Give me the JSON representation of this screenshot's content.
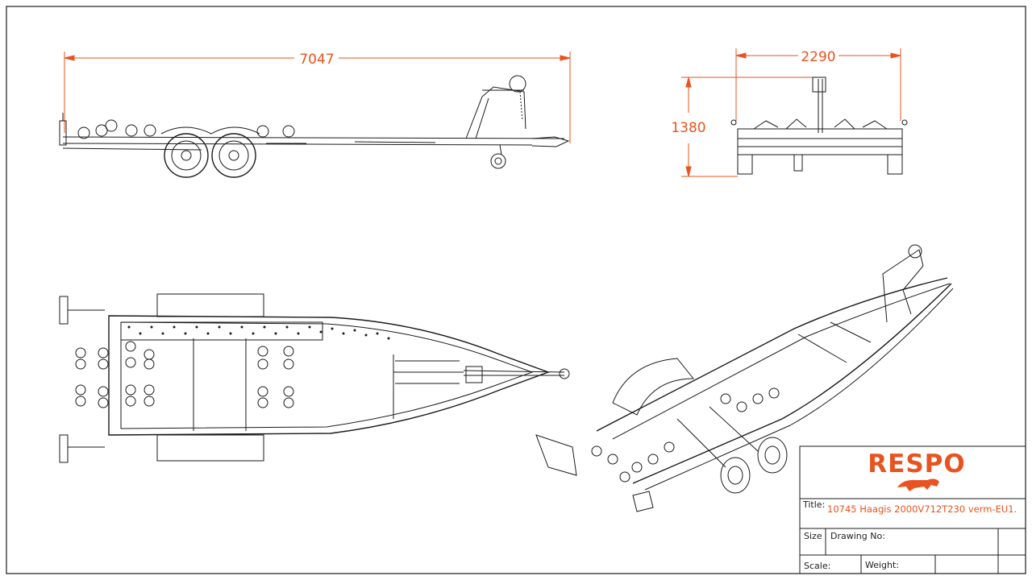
{
  "drawing": {
    "dimensions": {
      "length": "7047",
      "width": "2290",
      "height": "1380"
    }
  },
  "title_block": {
    "brand": "RESPO",
    "title_label": "Title:",
    "title_value": "10745 Haagis 2000V712T230 verm-EU1.",
    "size_label": "Size",
    "drawing_no_label": "Drawing No:",
    "scale_label": "Scale:",
    "weight_label": "Weight:"
  },
  "colors": {
    "accent": "#e8531f",
    "line": "#1a1a1a"
  }
}
